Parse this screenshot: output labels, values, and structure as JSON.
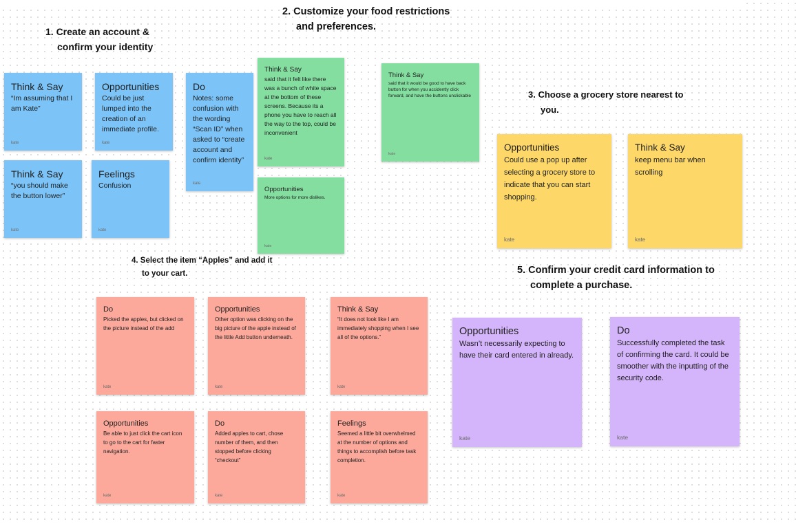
{
  "steps": [
    {
      "line1": "1. Create an account &",
      "line2": "confirm your identity"
    },
    {
      "line1": "2. Customize your food restrictions",
      "line2": "and preferences."
    },
    {
      "line1": "3. Choose a grocery store nearest to",
      "line2": "you."
    },
    {
      "line1": "4. Select the item “Apples” and add it",
      "line2": "to your cart."
    },
    {
      "line1": "5. Confirm your credit card information to",
      "line2": "complete a purchase."
    }
  ],
  "notes": [
    {
      "title": "Think & Say",
      "body": "“Im assuming that I am Kate”",
      "author": "kate",
      "color": "#7cc4f8"
    },
    {
      "title": "Opportunities",
      "body": "Could be just lumped into the creation of an immediate profile.",
      "author": "kate",
      "color": "#7cc4f8"
    },
    {
      "title": "Do",
      "body": "Notes: some confusion with the wording “Scan ID” when asked to “create account and confirm identity”",
      "author": "kate",
      "color": "#7cc4f8"
    },
    {
      "title": "Think & Say",
      "body": "“you should make the button lower”",
      "author": "kate",
      "color": "#7cc4f8"
    },
    {
      "title": "Feelings",
      "body": "Confusion",
      "author": "kate",
      "color": "#7cc4f8"
    },
    {
      "title": "Think & Say",
      "body": "said that it felt like there was a bunch of white space at the bottom of these screens. Because its a phone you have to reach all the way to the top, could be inconvenient",
      "author": "kate",
      "color": "#84de9f"
    },
    {
      "title": "Think & Say",
      "body": "said that it would be good to have back button for when you accidently click forward, and have the buttons unclickable",
      "author": "kate",
      "color": "#84de9f"
    },
    {
      "title": "Opportunities",
      "body": "More options for more dislikes.",
      "author": "kate",
      "color": "#84de9f"
    },
    {
      "title": "Opportunities",
      "body": "Could use a pop up after selecting a grocery store to indicate that you can start shopping.",
      "author": "kate",
      "color": "#fdd869"
    },
    {
      "title": "Think & Say",
      "body": "keep menu bar when scrolling",
      "author": "kate",
      "color": "#fdd869"
    },
    {
      "title": "Do",
      "body": "Picked the apples, but clicked on the picture instead of the add",
      "author": "kate",
      "color": "#fca99c"
    },
    {
      "title": "Opportunities",
      "body": "Other option was clicking on the big picture of the apple instead of the little Add button underneath.",
      "author": "kate",
      "color": "#fca99c"
    },
    {
      "title": "Think & Say",
      "body": "“It does not look like I am immediately shopping when I see all of the options.”",
      "author": "kate",
      "color": "#fca99c"
    },
    {
      "title": "Opportunities",
      "body": "Be able to just click the cart icon to go to the cart for faster navigation.",
      "author": "kate",
      "color": "#fca99c"
    },
    {
      "title": "Do",
      "body": "Added apples to cart, chose number of them, and then stopped before clicking “checkout”",
      "author": "kate",
      "color": "#fca99c"
    },
    {
      "title": "Feelings",
      "body": "Seemed a little bit overwhelmed at the number of options and things to accomplish before task completion.",
      "author": "kate",
      "color": "#fca99c"
    },
    {
      "title": "Opportunities",
      "body": "Wasn’t necessarily expecting to have their card entered in already.",
      "author": "kate",
      "color": "#d4b5fb"
    },
    {
      "title": "Do",
      "body": "Successfully completed the task of confirming the card. It could be smoother with the inputting of the security code.",
      "author": "kate",
      "color": "#d4b5fb"
    }
  ]
}
